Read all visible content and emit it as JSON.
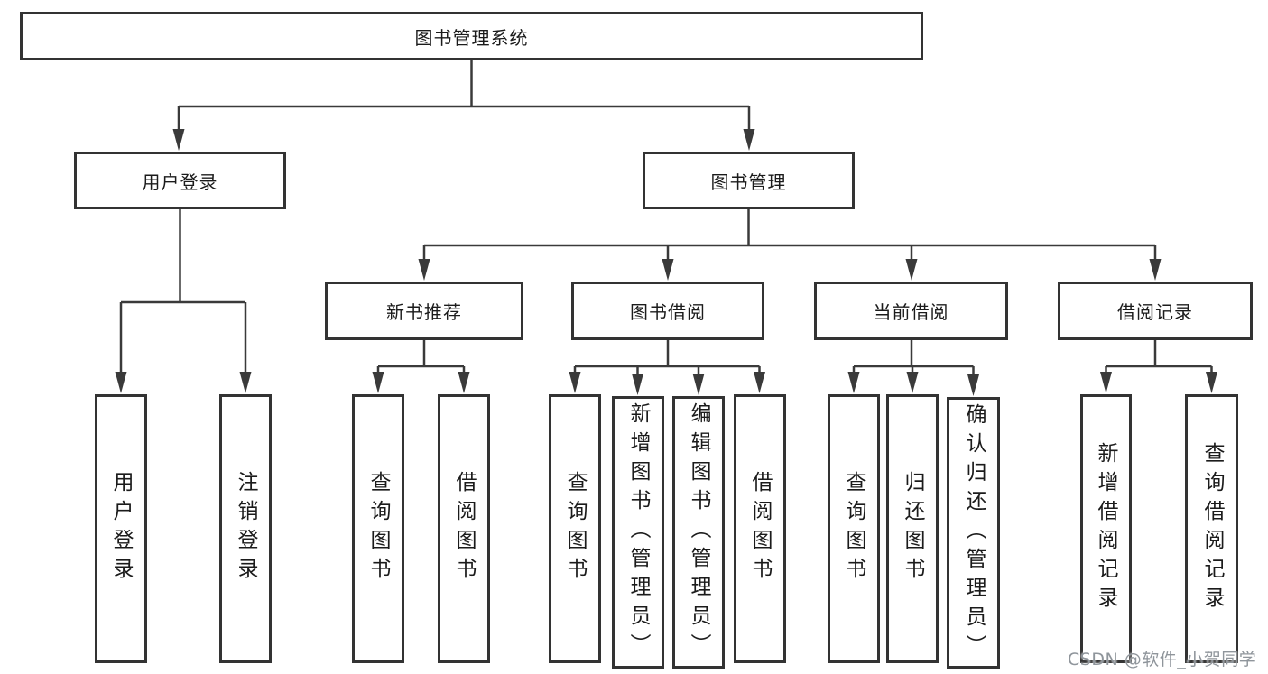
{
  "diagram": {
    "root": {
      "label": "图书管理系统"
    },
    "branches": {
      "login": {
        "label": "用户登录",
        "children": [
          "用户登录",
          "注销登录"
        ]
      },
      "mgmt": {
        "label": "图书管理"
      }
    },
    "groups": [
      {
        "label": "新书推荐",
        "children": [
          "查询图书",
          "借阅图书"
        ]
      },
      {
        "label": "图书借阅",
        "children": [
          "查询图书",
          "新增图书（管理员）",
          "编辑图书（管理员）",
          "借阅图书"
        ]
      },
      {
        "label": "当前借阅",
        "children": [
          "查询图书",
          "归还图书",
          "确认归还（管理员）"
        ]
      },
      {
        "label": "借阅记录",
        "children": [
          "新增借阅记录",
          "查询借阅记录"
        ]
      }
    ]
  },
  "watermark": {
    "text": "CSDN @软件_小贺同学",
    "color": "#8f959b"
  },
  "colors": {
    "line": "#3a3a3a",
    "border": "#333333",
    "text": "#1b1b1b",
    "background": "#ffffff"
  }
}
